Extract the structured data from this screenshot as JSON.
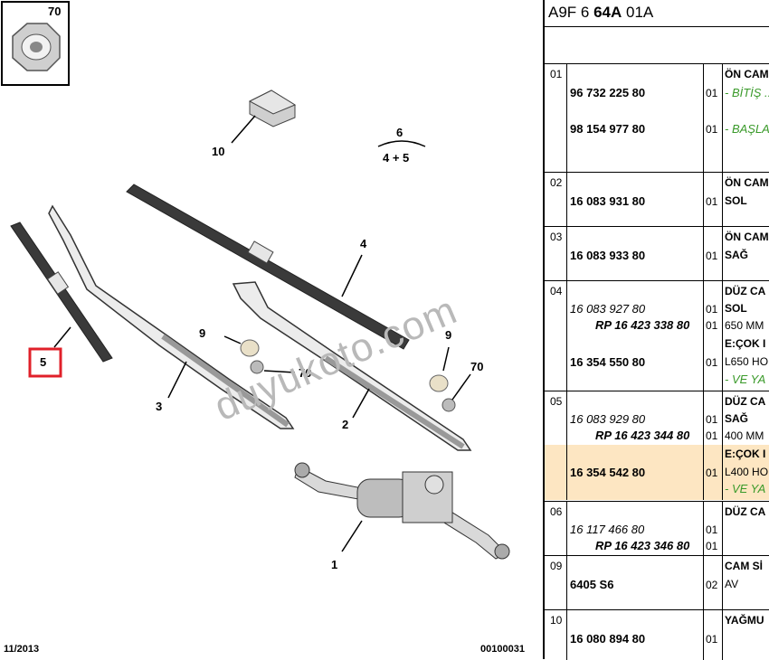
{
  "header": {
    "prefix": "A9F 6 ",
    "bold": "64A",
    "suffix": " 01A"
  },
  "diagram": {
    "callouts": {
      "c70_box": "70",
      "c10": "10",
      "c6": "6",
      "c6sub": "4 + 5",
      "c4": "4",
      "c5": "5",
      "c9a": "9",
      "c70a": "70",
      "c9b": "9",
      "c70b": "70",
      "c3": "3",
      "c2": "2",
      "c1": "1"
    },
    "watermark": "duyukoto.com",
    "date": "11/2013",
    "drawing_no": "00100031"
  },
  "rows": [
    {
      "idx": "01",
      "desc": "ÖN CAM",
      "lines": [
        {
          "part": "96 732 225 80",
          "qty": "01",
          "note": "- BİTİŞ ...",
          "note_style": "green"
        },
        {
          "part": "98 154 977 80",
          "qty": "01",
          "note": "- BAŞLA...",
          "note_style": "green"
        }
      ]
    },
    {
      "idx": "02",
      "desc": "ÖN CAM",
      "lines": [
        {
          "part": "16 083 931 80",
          "qty": "01",
          "note": "SOL"
        }
      ]
    },
    {
      "idx": "03",
      "desc": "ÖN CAM",
      "lines": [
        {
          "part": "16 083 933 80",
          "qty": "01",
          "note": "SAĞ"
        }
      ]
    },
    {
      "idx": "04",
      "desc": "DÜZ CA",
      "lines": [
        {
          "part": "16 083 927 80",
          "qty": "01",
          "note": "SOL",
          "part_style": "it"
        },
        {
          "rp": "RP 16 423 338 80",
          "qty": "01",
          "note": "650 MM"
        },
        {
          "note": "E:ÇOK I",
          "note_style": "bold"
        },
        {
          "part": "16 354 550 80",
          "qty": "01",
          "note": "L650 HO"
        },
        {
          "note": "- VE YA",
          "note_style": "green"
        }
      ]
    },
    {
      "idx": "05",
      "desc": "DÜZ CA",
      "lines": [
        {
          "part": "16 083 929 80",
          "qty": "01",
          "note": "SAĞ",
          "part_style": "it"
        },
        {
          "rp": "RP 16 423 344 80",
          "qty": "01",
          "note": "400 MM"
        }
      ]
    },
    {
      "idx": "",
      "desc": "E:ÇOK I",
      "highlight": true,
      "lines": [
        {
          "part": "16 354 542 80",
          "qty": "01",
          "note": "L400 HO"
        },
        {
          "note": "- VE YA",
          "note_style": "green"
        }
      ]
    },
    {
      "idx": "06",
      "desc": "DÜZ CA",
      "lines": [
        {
          "part": "16 117 466 80",
          "qty": "01",
          "note": "",
          "part_style": "it"
        },
        {
          "rp": "RP 16 423 346 80",
          "qty": "01",
          "note": ""
        }
      ]
    },
    {
      "idx": "09",
      "desc": "CAM Sİ",
      "lines": [
        {
          "part": "6405 S6",
          "qty": "02",
          "note": "AV"
        }
      ]
    },
    {
      "idx": "10",
      "desc": "YAĞMU",
      "lines": [
        {
          "part": "16 080 894 80",
          "qty": "01",
          "note": ""
        }
      ]
    }
  ]
}
